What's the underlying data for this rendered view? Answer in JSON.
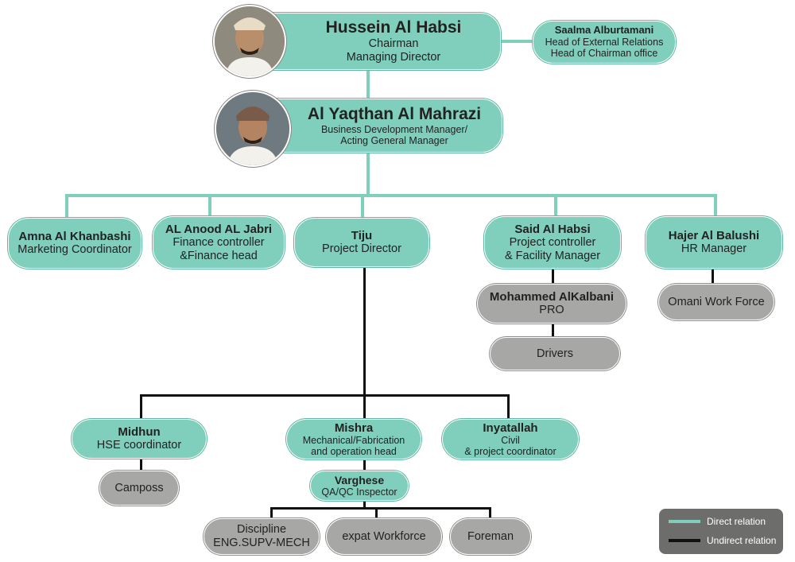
{
  "chairman": {
    "name": "Hussein Al Habsi",
    "title1": "Chairman",
    "title2": "Managing Director"
  },
  "external": {
    "name": "Saalma Alburtamani",
    "title1": "Head of External Relations",
    "title2": "Head of Chairman office"
  },
  "gm": {
    "name": "Al Yaqthan Al Mahrazi",
    "title1": "Business Development Manager/",
    "title2": "Acting General Manager"
  },
  "marketing": {
    "name": "Amna Al Khanbashi",
    "title": "Marketing Coordinator"
  },
  "finance": {
    "name": "AL Anood AL Jabri",
    "title1": "Finance controller",
    "title2": "&Finance head"
  },
  "project_director": {
    "name": "Tiju",
    "title": "Project Director"
  },
  "project_controller": {
    "name": "Said Al Habsi",
    "title1": "Project controller",
    "title2": "& Facility Manager"
  },
  "hr": {
    "name": "Hajer Al Balushi",
    "title": "HR Manager"
  },
  "pro": {
    "name": "Mohammed AlKalbani",
    "title": "PRO"
  },
  "drivers": {
    "label": "Drivers"
  },
  "omani": {
    "label": "Omani Work Force"
  },
  "hse": {
    "name": "Midhun",
    "title": "HSE coordinator"
  },
  "camposs": {
    "label": "Camposs"
  },
  "mechanical": {
    "name": "Mishra",
    "title1": "Mechanical/Fabrication",
    "title2": "and operation head"
  },
  "civil": {
    "name": "Inyatallah",
    "title1": "Civil",
    "title2": "& project coordinator"
  },
  "qa": {
    "name": "Varghese",
    "title": "QA/QC Inspector"
  },
  "discipline": {
    "line1": "Discipline",
    "line2": "ENG.SUPV-MECH"
  },
  "expat": {
    "label": "expat Workforce"
  },
  "foreman": {
    "label": "Foreman"
  },
  "legend": {
    "direct": "Direct relation",
    "undirect": "Undirect  relation"
  },
  "colors": {
    "teal": "#7fcfbc",
    "grey": "#a7a7a5",
    "black": "#111111",
    "legend_bg": "#6d6d6b"
  },
  "icons": {
    "chairman_photo": "person-photo",
    "gm_photo": "person-photo"
  }
}
